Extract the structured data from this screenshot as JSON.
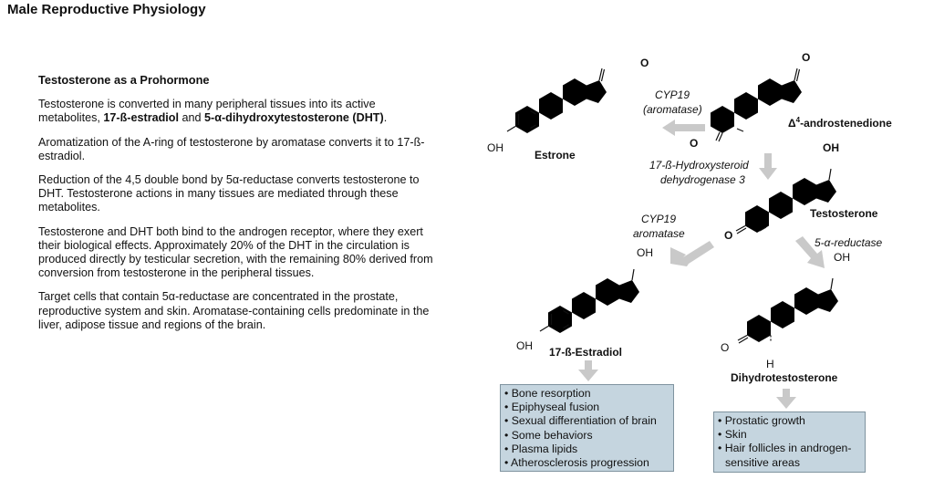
{
  "page_title": "Male Reproductive Physiology",
  "section": {
    "heading": "Testosterone as a Prohormone",
    "p1_a": "Testosterone is converted in many peripheral tissues into its active metabolites, ",
    "p1_b": "17-ß-estradiol",
    "p1_c": " and ",
    "p1_d": "5-α-dihydroxytestosterone (DHT)",
    "p1_e": ".",
    "p2": "Aromatization of the A-ring of testosterone by aromatase converts it to 17-ß-estradiol.",
    "p3": "Reduction of the 4,5 double bond by 5α-reductase converts testosterone to DHT. Testosterone actions in many tissues are mediated through these metabolites.",
    "p4": "Testosterone and DHT both bind to the androgen receptor, where they exert their biological effects. Approximately 20% of the DHT in the circulation is produced directly by testicular secretion, with the remaining 80% derived from conversion from testosterone in the peripheral tissues.",
    "p5": "Target cells that contain 5α-reductase are concentrated in the prostate, reproductive system and skin. Aromatase-containing cells predominate in the liver, adipose tissue and regions of the brain."
  },
  "diagram": {
    "androstenedione": {
      "delta": "Δ",
      "sup": "4",
      "rest": "-androstenedione"
    },
    "estrone": "Estrone",
    "testosterone": "Testosterone",
    "estradiol": "17-ß-Estradiol",
    "dht": "Dihydrotestosterone",
    "enzyme_cyp19_top": [
      "CYP19",
      "(aromatase)"
    ],
    "enzyme_hsd": [
      "17-ß-Hydroxysteroid",
      "dehydrogenase 3"
    ],
    "enzyme_cyp19_left": [
      "CYP19",
      "aromatase"
    ],
    "enzyme_reductase": "5-α-reductase",
    "atoms": {
      "O": "O",
      "OH": "OH",
      "H": "H"
    }
  },
  "estradiol_effects": [
    "Bone resorption",
    "Epiphyseal fusion",
    "Sexual differentiation of brain",
    "Some behaviors",
    "Plasma lipids",
    "Atherosclerosis progression"
  ],
  "dht_effects": [
    "Prostatic growth",
    "Skin",
    "Hair follicles in androgen-sensitive areas"
  ],
  "colors": {
    "box_fill": "#c5d5df",
    "arrow": "#c9c9c9"
  }
}
